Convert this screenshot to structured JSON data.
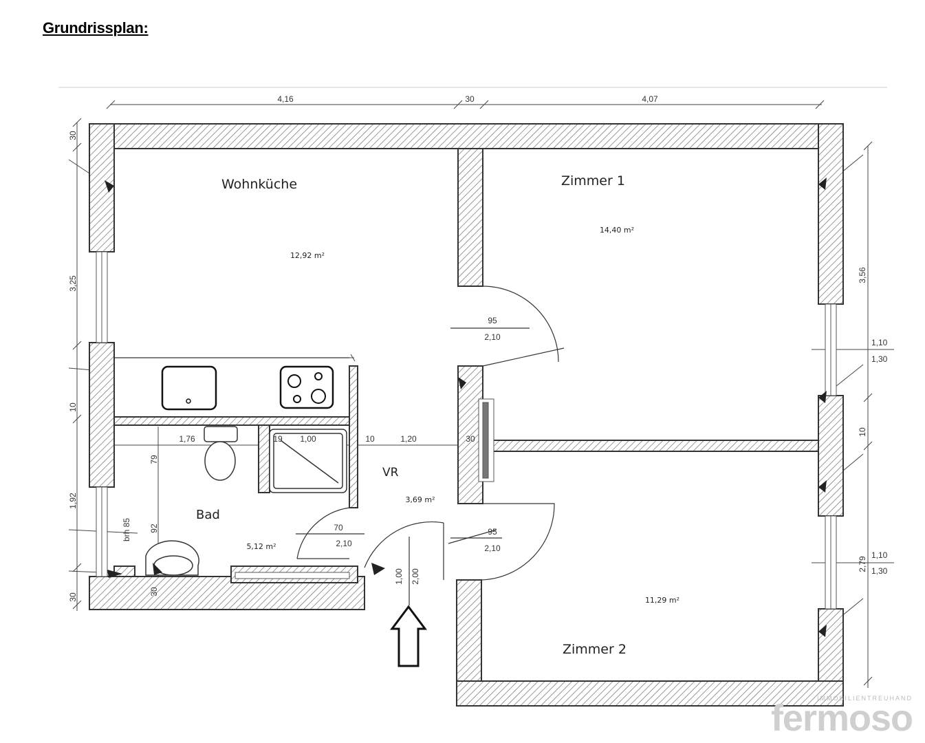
{
  "title": "Grundrissplan:",
  "rooms": {
    "wohnkueche": {
      "name": "Wohnküche",
      "area": "12,92 m²"
    },
    "zimmer1": {
      "name": "Zimmer 1",
      "area": "14,40 m²"
    },
    "zimmer2": {
      "name": "Zimmer 2",
      "area": "11,29 m²"
    },
    "bad": {
      "name": "Bad",
      "area": "5,12 m²"
    },
    "vr": {
      "name": "VR",
      "area": "3,69 m²"
    }
  },
  "dimensions": {
    "top_left": "4,16",
    "top_mid": "30",
    "top_right": "4,07",
    "left_30_top": "30",
    "left_325": "3,25",
    "left_10": "10",
    "left_192": "1,92",
    "left_30_bottom": "30",
    "right_356": "3,56",
    "right_10": "10",
    "right_279": "2,79",
    "win_upper_a": "1,10",
    "win_upper_b": "1,30",
    "win_lower_a": "1,10",
    "win_lower_b": "1,30",
    "door_wk_width": "95",
    "door_wk_height": "2,10",
    "door_z2_width": "95",
    "door_z2_height": "2,10",
    "door_bad_width": "70",
    "door_bad_height": "2,10",
    "entry_width": "1,00",
    "entry_height": "2,00",
    "inner_176": "1,76",
    "inner_19": "19",
    "inner_100": "1,00",
    "inner_10": "10",
    "inner_120": "1,20",
    "inner_30": "30",
    "bad_79": "79",
    "bad_92": "92",
    "bad_brh": "brh 85",
    "bad_30": "30"
  },
  "watermark": {
    "subtitle": "IMMOBILIENTREUHAND",
    "brand": "fermoso"
  }
}
